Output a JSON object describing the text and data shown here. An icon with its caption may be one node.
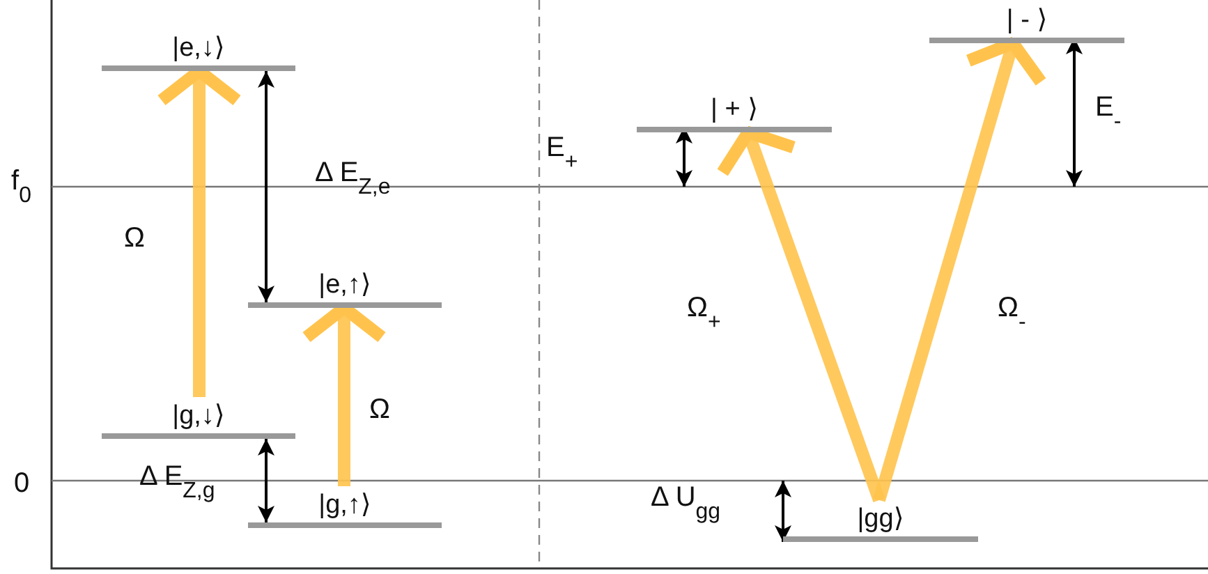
{
  "diagram": {
    "nodes": [
      {
        "text": [
          "|e,↓⟩"
        ]
      },
      {
        "text": [
          "|e,↑⟩"
        ]
      },
      {
        "text": [
          "|g,↓⟩"
        ]
      },
      {
        "text": [
          "|g,↑⟩"
        ]
      },
      {
        "text": [
          "| + ⟩"
        ]
      },
      {
        "text": [
          "| - ⟩"
        ]
      },
      {
        "text": [
          "|gg⟩"
        ]
      }
    ],
    "edges": [
      {
        "from": 2,
        "to": 0,
        "arrow": "to",
        "style": "thick",
        "color": "#ffc34d"
      },
      {
        "from": 3,
        "to": 1,
        "arrow": "to",
        "style": "thick",
        "color": "#ffc34d"
      },
      {
        "from": 6,
        "to": 4,
        "arrow": "to",
        "style": "thick",
        "color": "#ffc34d"
      },
      {
        "from": 6,
        "to": 5,
        "arrow": "to",
        "style": "thick",
        "color": "#ffc34d"
      },
      {
        "from": 0,
        "to": 1,
        "arrow": "both"
      },
      {
        "from": 2,
        "to": 3,
        "arrow": "both"
      },
      {
        "from": 4,
        "to": null,
        "arrow": "both"
      },
      {
        "from": 5,
        "to": null,
        "arrow": "both"
      },
      {
        "from": 6,
        "to": null,
        "arrow": "both"
      }
    ],
    "labels": [
      "f$_{0}$",
      "Δ E$_{Z,e}$",
      "E$_{+}$",
      "E$_{-}$",
      "Ω",
      "Ω$_{+}$",
      "Ω$_{-}$",
      "Ω",
      "0",
      "Δ E$_{Z,g}$",
      "Δ U$_{gg}$"
    ]
  }
}
